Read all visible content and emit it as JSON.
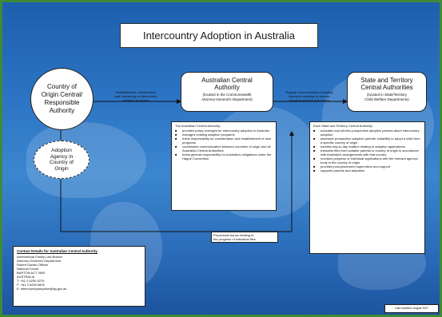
{
  "title": "Intercountry Adoption in Australia",
  "country_origin": {
    "line1": "Country of",
    "line2": "Origin Central/",
    "line3": "Responsible",
    "line4": "Authority"
  },
  "adoption_agency": {
    "line1": "Adoption",
    "line2": "Agency in",
    "line3": "Country of",
    "line4": "Origin"
  },
  "acentral": {
    "name1": "Australian Central",
    "name2": "Authority",
    "sub1": "(located in the Commonwealth",
    "sub2": "Attorney-General's Department)"
  },
  "state": {
    "name1": "State and Territory",
    "name2": "Central Authorities",
    "sub1": "(located in State/Territory",
    "sub2": "Child Welfare Departments)"
  },
  "edge_left": {
    "line1": "Establishment, maintenance",
    "line2": "and monitoring of intercountry",
    "line3": "adoption programs"
  },
  "edge_right": {
    "line1": "Regular communication including",
    "line2": "biannual meetings to discuss",
    "line3": "adoption practice and issues"
  },
  "edge_bottom": {
    "line1": "Procedural issues relating to",
    "line2": "the progress of individual files"
  },
  "acentral_duties": {
    "heading": "The Australian Central Authority:",
    "items": [
      "provides policy oversight for intercountry adoption in Australia",
      "manages existing adoption programs",
      "holds responsibility for consideration and establishment of new programs",
      "coordinates communication between countries of origin and all Australian Central Authorities",
      "holds general responsibility for Australia's obligations under the Hague Convention"
    ]
  },
  "state_duties": {
    "heading": "Each State and Territory Central Authority:",
    "items": [
      "educates and informs prospective adoptive parents about intercountry adoption",
      "assesses prospective adoptive parents' suitability to adopt a child from a specific country of origin",
      "handles day-to-day matters relating to adoption applications",
      "transmits files from suitable parents to country of origin in accordance with Australia's arrangements with that country",
      "monitors progress of individual applications with the relevant agency/ body in the country of origin",
      "provides post-placement supervision and support",
      "supports parents and adoptees"
    ]
  },
  "contact": {
    "heading": "Contact Details for Australian Central Authority",
    "lines": [
      "International Family Law Branch",
      "Attorney-General's Department",
      "Robert Garran Offices",
      "National Circuit",
      "BARTON  ACT  2600",
      "AUSTRALIA",
      "T: +61 2 6250 6276",
      "F: +61 2 6250 6600",
      "E: intercountryadoption@ag.gov.au"
    ]
  },
  "footer": "Last modified: August 2007",
  "colors": {
    "border": "#3f8a3a",
    "background": "#2c74c3"
  }
}
